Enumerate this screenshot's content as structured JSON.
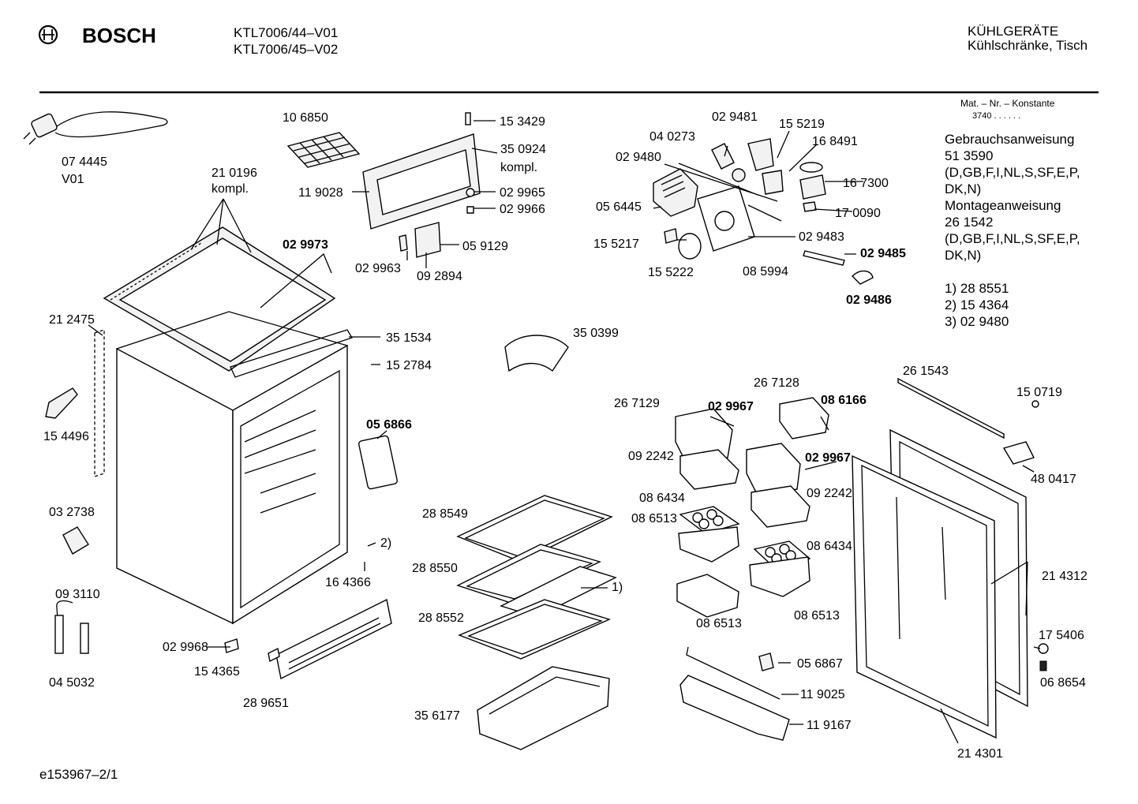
{
  "header": {
    "brand": "BOSCH",
    "model_line_1": "KTL7006/44–V01",
    "model_line_2": "KTL7006/45–V02",
    "category_line_1": "KÜHLGERÄTE",
    "category_line_2": "Kühlschränke, Tisch"
  },
  "side_panel": {
    "constant_label": "Mat. – Nr. – Konstante",
    "constant_value": "3740  .  .   .  .  .  .",
    "lines": [
      "Gebrauchsanweisung",
      "51 3590",
      "(D,GB,F,I,NL,S,SF,E,P,",
      "DK,N)",
      "Montageanweisung",
      "26 1542",
      "(D,GB,F,I,NL,S,SF,E,P,",
      "DK,N)"
    ],
    "notes": [
      "1) 28 8551",
      "2) 15 4364",
      "3) 02 9480"
    ]
  },
  "parts": {
    "p074445": "07 4445",
    "v01": "V01",
    "p106850": "10 6850",
    "p210196": "21 0196",
    "kompl": "kompl.",
    "p153429": "15 3429",
    "p350924": "35 0924",
    "p119028": "11 9028",
    "p029965": "02 9965",
    "p029966": "02 9966",
    "p029973": "02 9973",
    "p029963": "02 9963",
    "p059129": "05 9129",
    "p092894": "09 2894",
    "p212475": "21 2475",
    "p351534": "35 1534",
    "p152784": "15 2784",
    "p350399": "35 0399",
    "p154496": "15 4496",
    "p056866": "05 6866",
    "p032738": "03 2738",
    "p093110": "09 3110",
    "p045032": "04 5032",
    "p164366": "16 4366",
    "p2": "2)",
    "p1": "1)",
    "p029968": "02 9968",
    "p154365": "15 4365",
    "p289651": "28 9651",
    "p288549": "28 8549",
    "p288550": "28 8550",
    "p288552": "28 8552",
    "p356177": "35 6177",
    "p029481": "02 9481",
    "p155219": "15 5219",
    "p040273": "04 0273",
    "p168491": "16 8491",
    "p029480": "02 9480",
    "p167300": "16 7300",
    "p056445": "05 6445",
    "p170090": "17 0090",
    "p029483": "02 9483",
    "p155217": "15 5217",
    "p029485": "02 9485",
    "p155222": "15 5222",
    "p085994": "08 5994",
    "p029486": "02 9486",
    "p267129": "26 7129",
    "p029967": "02 9967",
    "p267128": "26 7128",
    "p086166": "08 6166",
    "p092242": "09 2242",
    "p086434": "08 6434",
    "p086513": "08 6513",
    "p056867": "05 6867",
    "p119025": "11 9025",
    "p119167": "11 9167",
    "p261543": "26 1543",
    "p150719": "15 0719",
    "p480417": "48 0417",
    "p214312": "21 4312",
    "p175406": "17 5406",
    "p068654": "06 8654",
    "p214301": "21 4301"
  },
  "footer": {
    "drawing_id": "e153967–2/1"
  }
}
